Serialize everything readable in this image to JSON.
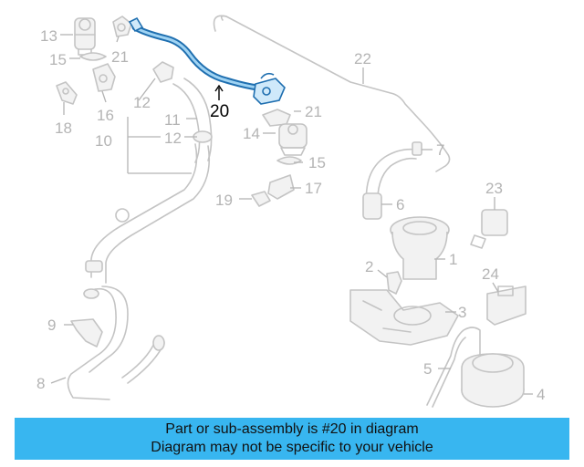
{
  "diagram": {
    "callouts": [
      "13",
      "21",
      "15",
      "16",
      "18",
      "12",
      "11",
      "10",
      "12",
      "20",
      "21",
      "14",
      "15",
      "17",
      "19",
      "22",
      "7",
      "6",
      "23",
      "1",
      "2",
      "24",
      "3",
      "9",
      "8",
      "5",
      "4"
    ],
    "highlighted_part": "20",
    "highlight_color": "#1f6fb0",
    "part_color": "#c4c4c4"
  },
  "banner": {
    "line1": "Part or sub-assembly is #20 in diagram",
    "line2": "Diagram may not be specific to your vehicle",
    "color": "#38b6f0"
  }
}
